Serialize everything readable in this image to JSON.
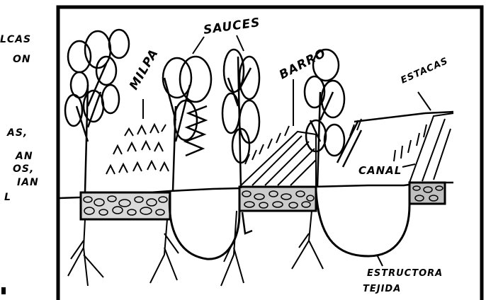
{
  "labels": {
    "milpa": "MILPA",
    "sauces": "SAUCES",
    "barro": "BARRO",
    "estacas": "ESTACAS",
    "canal": "CANAL",
    "estructura_line1": "ESTRUCTORA",
    "estructura_line2": "TEJIDA"
  },
  "side_text": [
    "LCAS",
    "ON",
    "AS,",
    "AN",
    "OS,",
    "IAN",
    "L"
  ]
}
